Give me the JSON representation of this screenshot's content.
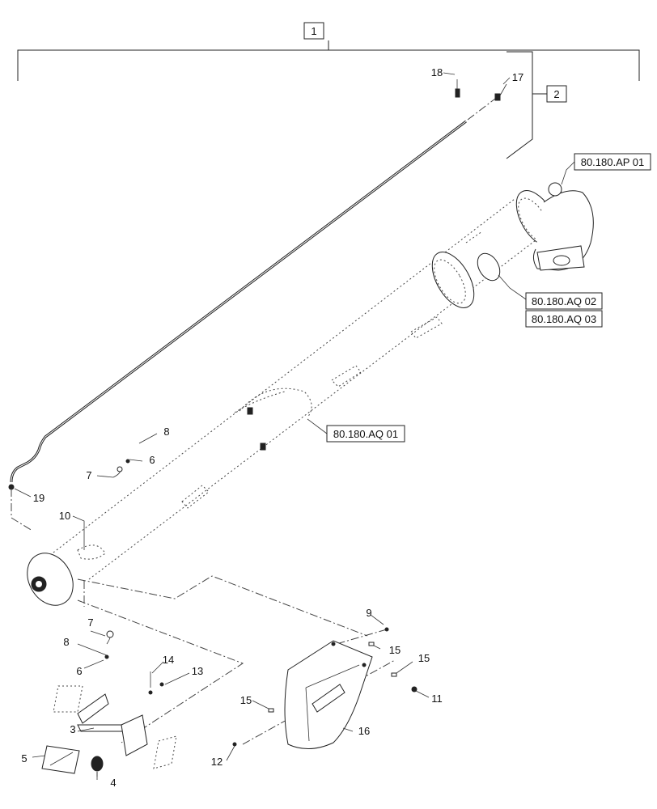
{
  "assembly_callouts": {
    "box_1": "1",
    "box_2": "2"
  },
  "references": {
    "ref_ap01": "80.180.AP 01",
    "ref_aq02": "80.180.AQ 02",
    "ref_aq03": "80.180.AQ 03",
    "ref_aq01": "80.180.AQ 01"
  },
  "item_labels": {
    "i3": "3",
    "i4": "4",
    "i5": "5",
    "i6a": "6",
    "i6b": "6",
    "i7a": "7",
    "i7b": "7",
    "i8a": "8",
    "i8b": "8",
    "i9": "9",
    "i10": "10",
    "i11": "11",
    "i12": "12",
    "i13": "13",
    "i14": "14",
    "i15a": "15",
    "i15b": "15",
    "i15c": "15",
    "i16": "16",
    "i17": "17",
    "i18": "18",
    "i19": "19"
  }
}
